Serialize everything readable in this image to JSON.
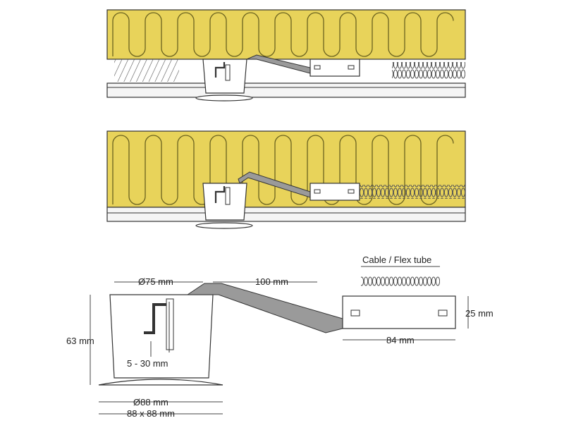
{
  "colors": {
    "insulation": "#e8d35a",
    "insulation_line": "#6b6320",
    "ceiling": "#f5f5f5",
    "outline": "#333333",
    "bracket": "#9a9a9a",
    "dim_line": "#444444"
  },
  "labels": {
    "cable": "Cable / Flex tube",
    "top_diameter": "Ø75 mm",
    "arm_length": "100 mm",
    "height": "63 mm",
    "junction_height": "25 mm",
    "ceiling_thickness": "5 - 30 mm",
    "junction_length": "84 mm",
    "bottom_diameter": "Ø88 mm",
    "square_size": "88 x 88 mm"
  }
}
